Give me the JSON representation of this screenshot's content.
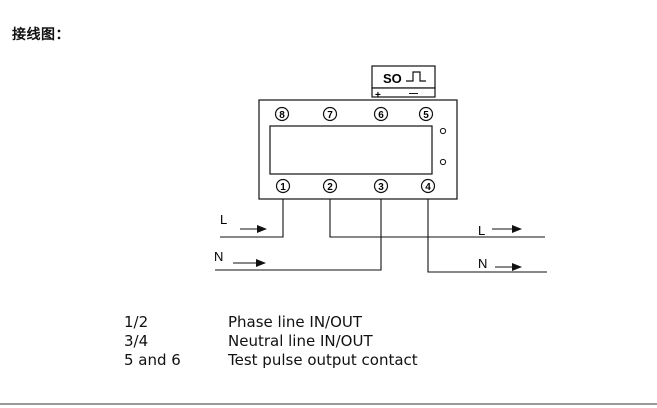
{
  "heading": "接线图：",
  "meter": {
    "terminals_top": [
      "8",
      "7",
      "6",
      "5"
    ],
    "terminals_bottom": [
      "1",
      "2",
      "3",
      "4"
    ]
  },
  "so_box": {
    "label": "SO",
    "plus": "+",
    "minus": "—"
  },
  "wires": {
    "left_phase": "L",
    "left_neutral": "N",
    "right_phase": "L",
    "right_neutral": "N"
  },
  "legend": [
    {
      "term": "1/2",
      "desc": "Phase line IN/OUT"
    },
    {
      "term": "3/4",
      "desc": "Neutral line IN/OUT"
    },
    {
      "term": "5 and 6",
      "desc": "Test pulse output contact"
    }
  ]
}
